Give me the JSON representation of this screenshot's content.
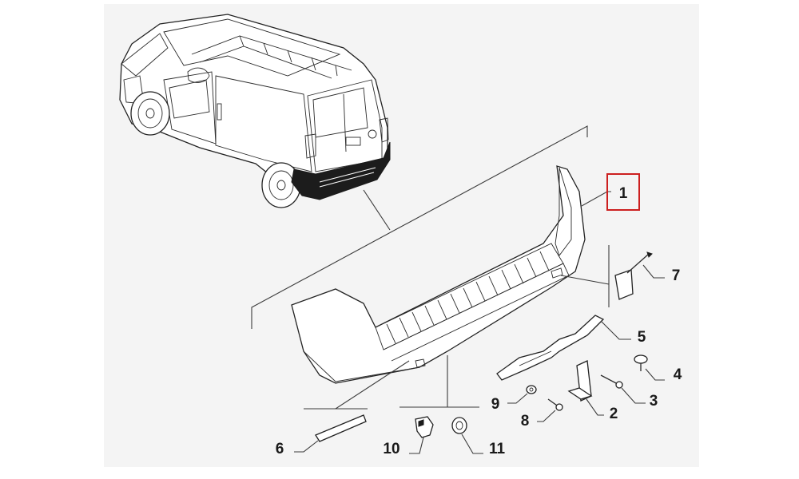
{
  "diagram": {
    "callouts": [
      {
        "label": "1",
        "part": "rear-bumper",
        "highlighted": true
      },
      {
        "label": "2",
        "part": "mounting-bracket"
      },
      {
        "label": "3",
        "part": "bolt"
      },
      {
        "label": "4",
        "part": "screw"
      },
      {
        "label": "5",
        "part": "lower-reinforcement"
      },
      {
        "label": "6",
        "part": "reflector"
      },
      {
        "label": "7",
        "part": "tow-hook-cover"
      },
      {
        "label": "8",
        "part": "screw"
      },
      {
        "label": "9",
        "part": "nut"
      },
      {
        "label": "10",
        "part": "clip"
      },
      {
        "label": "11",
        "part": "grommet"
      }
    ],
    "highlight_color": "#cc1f1f"
  }
}
